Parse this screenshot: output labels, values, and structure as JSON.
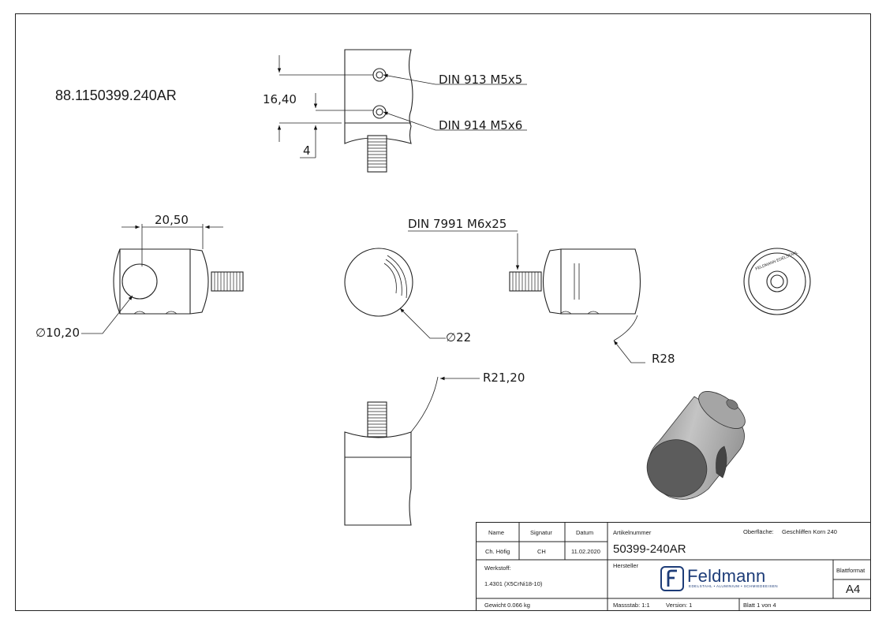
{
  "part_number": "88.1150399.240AR",
  "dimensions": {
    "din913": "DIN 913 M5x5",
    "din914": "DIN 914 M5x6",
    "height": "16,40",
    "offset": "4",
    "width": "20,50",
    "hole_diameter": "10,20",
    "diameter": "22",
    "din7991": "DIN 7991 M6x25",
    "radius_28": "R28",
    "radius_21": "R21,20"
  },
  "engraving": "FELDMANN EDELSTAHL",
  "title_block": {
    "col_name": "Name",
    "col_signatur": "Signatur",
    "col_datum": "Datum",
    "name_value": "Ch. Höfig",
    "signatur_value": "CH",
    "datum_value": "11.02.2020",
    "artikelnummer_label": "Artikelnummer",
    "artikelnummer_value": "50399-240AR",
    "oberflaeche_label": "Oberfläche:",
    "oberflaeche_value": "Geschliffen Korn 240",
    "werkstoff_label": "Werkstoff:",
    "werkstoff_value": "1.4301 (X5CrNi18-10)",
    "hersteller_label": "Hersteller",
    "brand_name": "Feldmann",
    "brand_tagline": "EDELSTAHL • ALUMINIUM • SCHMIEDEEISEN",
    "blattformat_label": "Blattformat",
    "blattformat_value": "A4",
    "gewicht": "Gewicht 0.066 kg",
    "massstab": "Massstab: 1:1",
    "version": "Version: 1",
    "blatt": "Blatt 1 von 4"
  }
}
